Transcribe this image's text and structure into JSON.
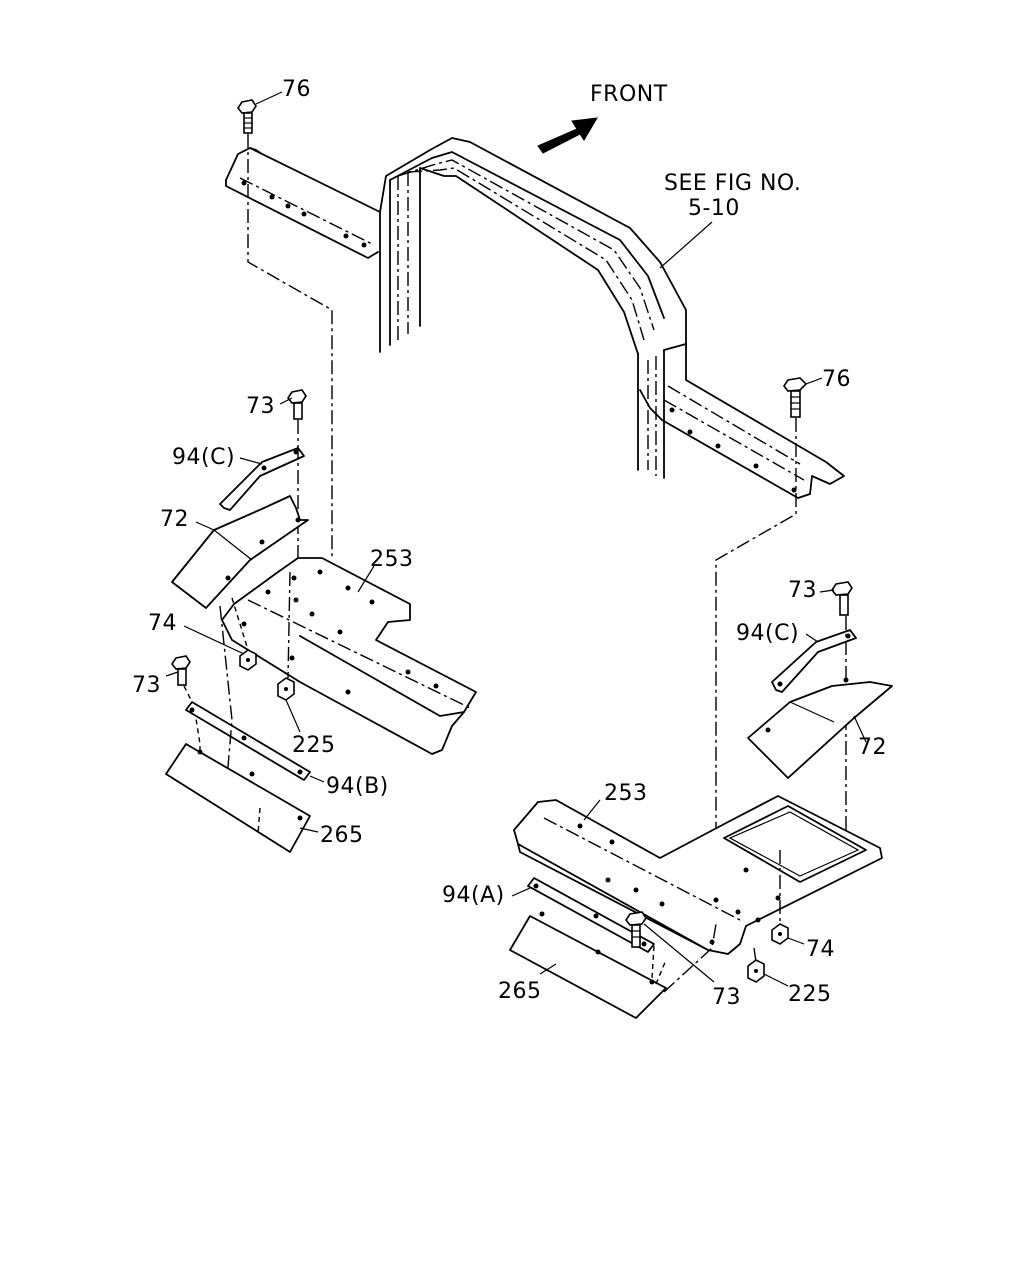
{
  "direction": {
    "label": "FRONT"
  },
  "reference": {
    "line1": "SEE FIG NO.",
    "line2": "5-10"
  },
  "callouts": {
    "bolt_76_left": "76",
    "bolt_76_right": "76",
    "bolt_73_upper_left": "73",
    "bracket_94c_left": "94(C)",
    "cover_72_left": "72",
    "plate_253_left": "253",
    "nut_74_left": "74",
    "bolt_73_lower_left": "73",
    "nut_225_left": "225",
    "bracket_94b": "94(B)",
    "plate_265_left": "265",
    "bolt_73_upper_right": "73",
    "bracket_94c_right": "94(C)",
    "cover_72_right": "72",
    "plate_253_right": "253",
    "bracket_94a": "94(A)",
    "nut_74_right": "74",
    "bolt_73_lower_right": "73",
    "plate_265_right": "265",
    "nut_225_right": "225"
  }
}
